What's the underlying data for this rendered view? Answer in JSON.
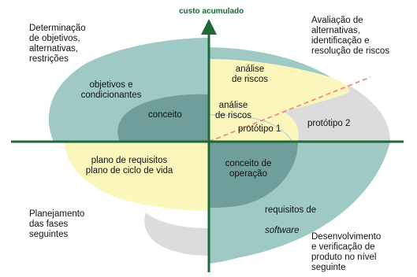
{
  "colors": {
    "teal_outer": "#9ec9c4",
    "yellow": "#fbf6bc",
    "teal_dark": "#6f9e9b",
    "grey": "#dcdcdc",
    "axis": "#1b6a37",
    "dashed": "#f08a80"
  },
  "axis": {
    "top_label": "custo acumulado"
  },
  "quadrants": {
    "top_left": "Determinação\nde objetivos,\nalternativas,\nrestrições",
    "top_right": "Avaliação de\nalternativas,\nidentificação e\nresolução de riscos",
    "bottom_left": "Planejamento\ndas fases\nseguintes",
    "bottom_right": "Desenvolvimento\ne verificação de\nproduto no nível\nseguinte"
  },
  "labels": {
    "objetivos": "objetivos e\ncondicionantes",
    "conceito": "conceito",
    "analise_outer": "análise\nde riscos",
    "analise_inner": "análise\nde riscos",
    "prototipo1": "protótipo 1",
    "prototipo2": "protótipo 2",
    "plano": "plano de requisitos\nplano de ciclo de vida",
    "conceito_operacao": "conceito de\noperação",
    "requisitos_line1": "requisitos de",
    "requisitos_line2": "software"
  }
}
